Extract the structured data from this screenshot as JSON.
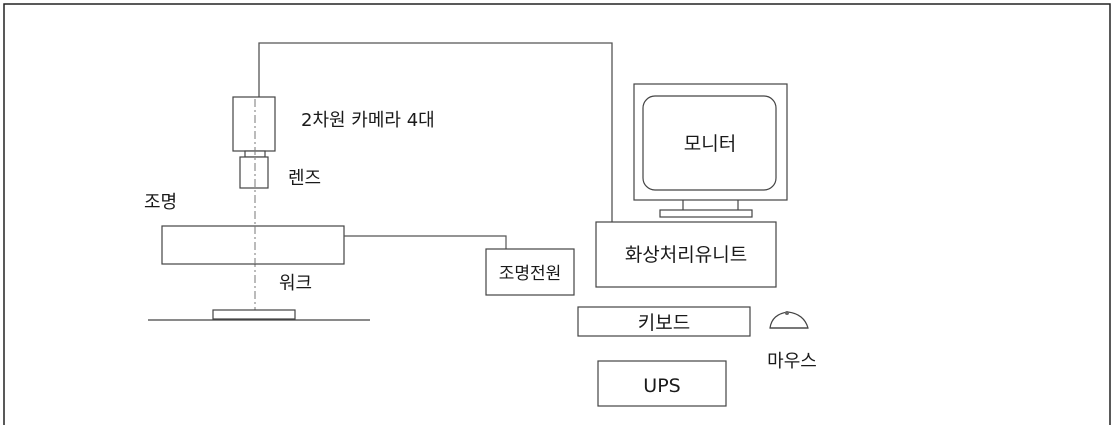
{
  "labels": {
    "camera": "2차원 카메라 4대",
    "lens": "렌즈",
    "lighting": "조명",
    "work": "워크",
    "light_power": "조명전원",
    "monitor": "모니터",
    "image_unit": "화상처리유니트",
    "keyboard": "키보드",
    "mouse": "마우스",
    "ups": "UPS"
  },
  "colors": {
    "line": "#555555",
    "frame": "#222222",
    "background": "#ffffff"
  }
}
